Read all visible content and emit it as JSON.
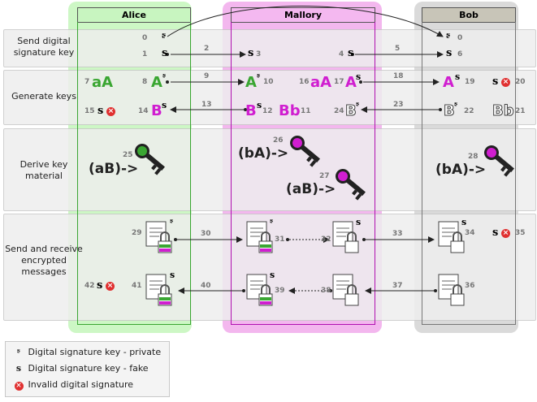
{
  "columns": {
    "alice": "Alice",
    "mallory": "Mallory",
    "bob": "Bob"
  },
  "rows": {
    "send_sig_key": "Send digital signature key",
    "generate_keys": "Generate keys",
    "derive": "Derive key material",
    "messages": "Send and receive encrypted messages"
  },
  "legend": {
    "private": "Digital signature key - private",
    "fake": "Digital signature key - fake",
    "invalid": "Invalid digital signature"
  },
  "glyphs": {
    "sig_private": "ᶳ",
    "sig_fake": "s",
    "invalid_mark": "×"
  },
  "keys": {
    "aA": "aA",
    "bA": "bA",
    "aB": "aB",
    "Bb": "Bb",
    "A": "A",
    "B": "B",
    "derive_alice": "(aB)->",
    "derive_mallory_1": "(bA)->",
    "derive_mallory_2": "(aB)->",
    "derive_bob": "(bA)->"
  },
  "steps": [
    "0",
    "1",
    "2",
    "3",
    "4",
    "5",
    "6",
    "7",
    "8",
    "9",
    "10",
    "11",
    "12",
    "13",
    "14",
    "15",
    "16",
    "17",
    "18",
    "19",
    "20",
    "21",
    "22",
    "23",
    "24",
    "25",
    "26",
    "27",
    "28",
    "29",
    "30",
    "31",
    "32",
    "33",
    "34",
    "35",
    "36",
    "37",
    "38",
    "39",
    "40",
    "41",
    "42"
  ],
  "colors": {
    "alice_bg": "#c8f5c0",
    "mallory_bg": "#f4b8f0",
    "bob_bg": "#d8d8d8",
    "green_key": "#3aa632",
    "magenta_key": "#d01ed0",
    "invalid": "#e03030"
  }
}
